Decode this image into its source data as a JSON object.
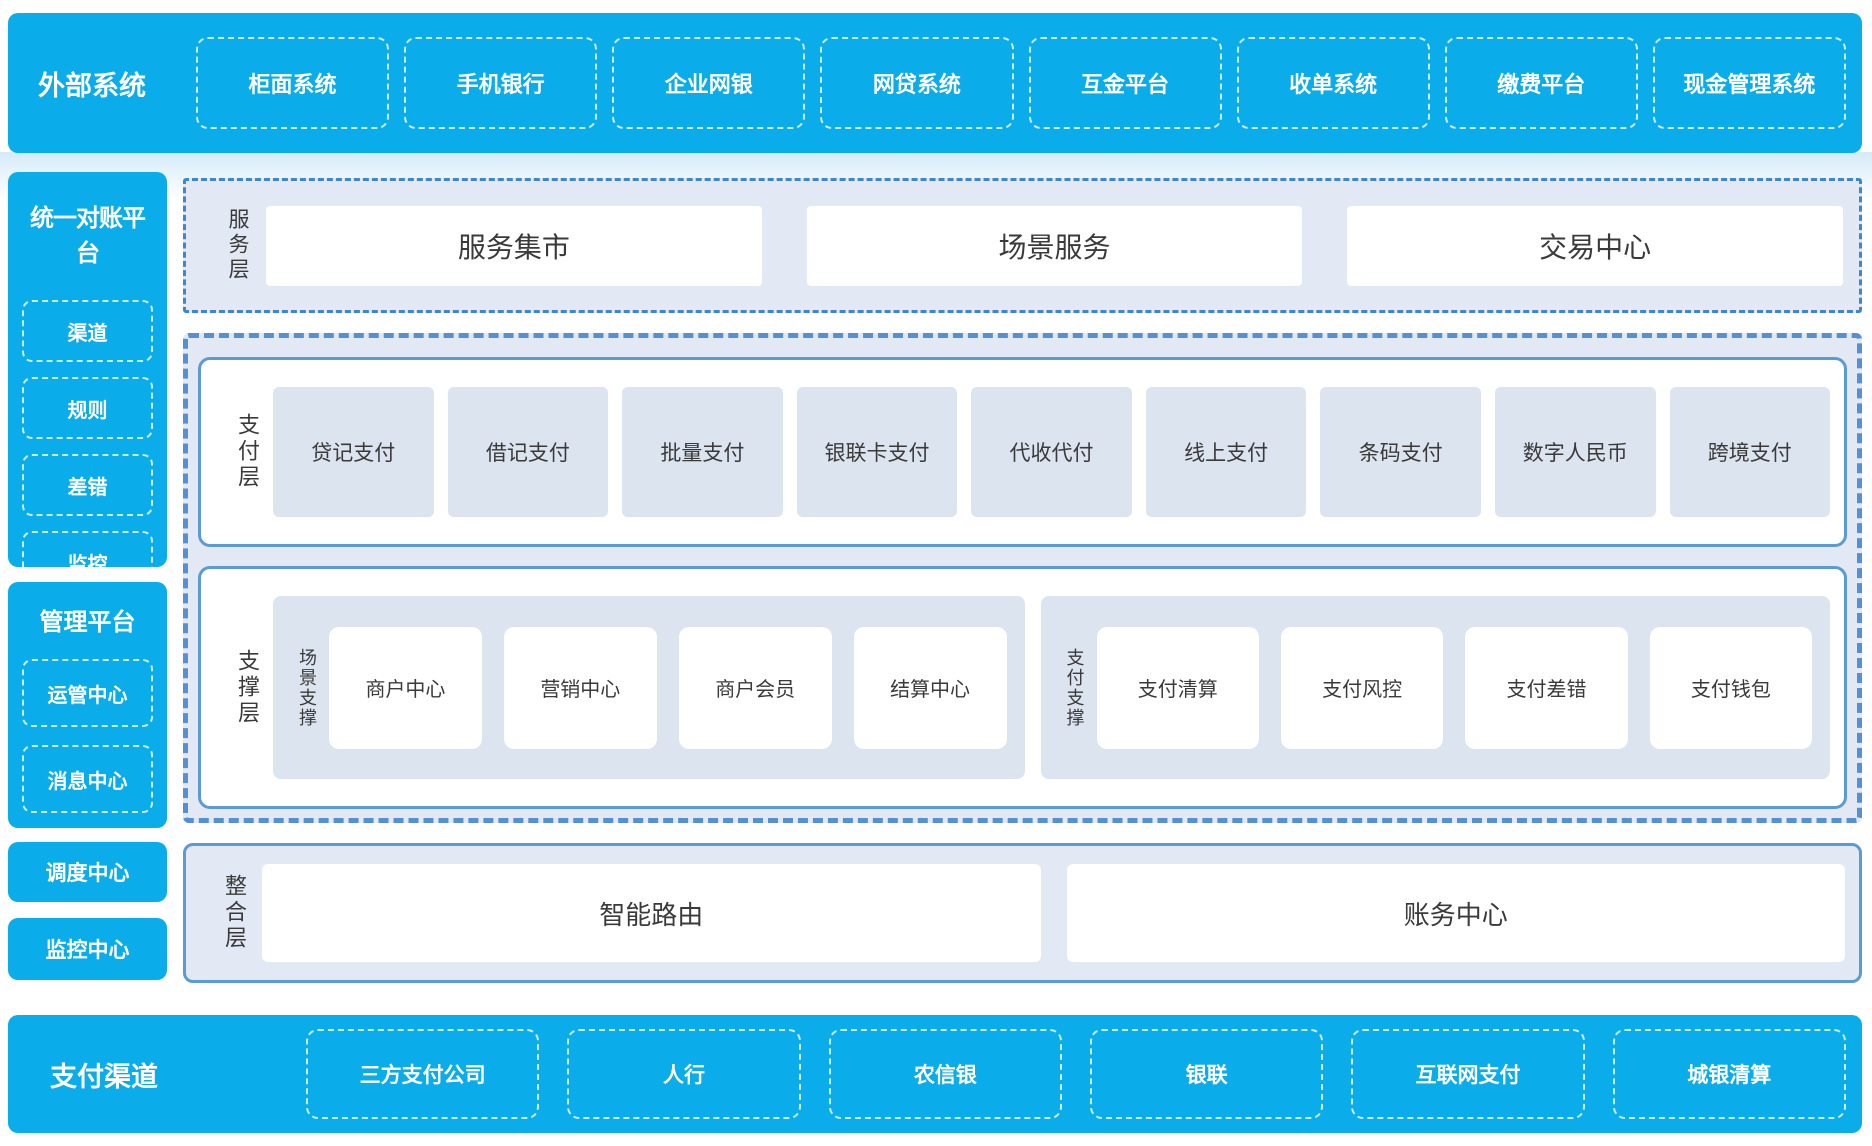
{
  "colors": {
    "brand_blue": "#0bacea",
    "panel_bg": "#e2e9f4",
    "item_bg": "#dce4f0",
    "solid_border": "#5b9bd5",
    "dashed_border": "#5590d2",
    "text_dark": "#3a3a3a"
  },
  "top_bar": {
    "title": "外部系统",
    "items": [
      "柜面系统",
      "手机银行",
      "企业网银",
      "网贷系统",
      "互金平台",
      "收单系统",
      "缴费平台",
      "现金管理系统"
    ]
  },
  "sidebar": {
    "blocks": [
      {
        "title": "统一对账平台",
        "items": [
          "渠道",
          "规则",
          "差错",
          "监控"
        ]
      },
      {
        "title": "管理平台",
        "items": [
          "运管中心",
          "消息中心"
        ]
      },
      {
        "title": "调度中心"
      },
      {
        "title": "监控中心"
      }
    ]
  },
  "layers": {
    "service": {
      "label": "服务层",
      "items": [
        "服务集市",
        "场景服务",
        "交易中心"
      ]
    },
    "payment": {
      "label": "支付层",
      "items": [
        "贷记支付",
        "借记支付",
        "批量支付",
        "银联卡支付",
        "代收代付",
        "线上支付",
        "条码支付",
        "数字人民币",
        "跨境支付"
      ]
    },
    "support": {
      "label": "支撑层",
      "groups": [
        {
          "label": "场景支撑",
          "items": [
            "商户中心",
            "营销中心",
            "商户会员",
            "结算中心"
          ]
        },
        {
          "label": "支付支撑",
          "items": [
            "支付清算",
            "支付风控",
            "支付差错",
            "支付钱包"
          ]
        }
      ]
    },
    "integration": {
      "label": "整合层",
      "items": [
        "智能路由",
        "账务中心"
      ]
    }
  },
  "bottom_bar": {
    "title": "支付渠道",
    "items": [
      "三方支付公司",
      "人行",
      "农信银",
      "银联",
      "互联网支付",
      "城银清算"
    ]
  }
}
